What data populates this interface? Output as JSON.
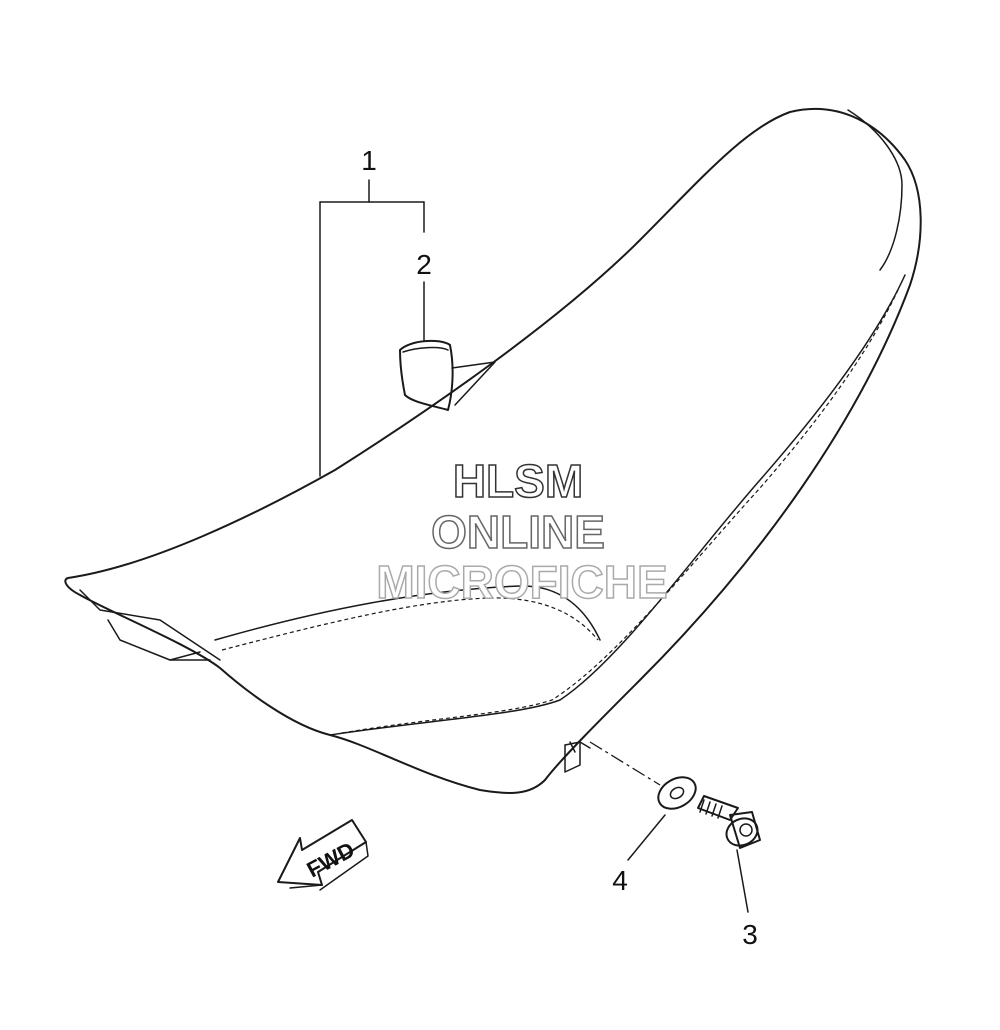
{
  "callouts": [
    {
      "number": "1",
      "part": "seat assembly"
    },
    {
      "number": "2",
      "part": "seat band"
    },
    {
      "number": "3",
      "part": "bolt"
    },
    {
      "number": "4",
      "part": "washer"
    }
  ],
  "direction_marker": {
    "label": "FWD",
    "icon": "direction-arrow-icon"
  },
  "watermark": {
    "line1": "HLSM",
    "line2": "ONLINE",
    "line3": "MICROFICHE",
    "colors": [
      "#333333",
      "#666666",
      "#aaaaaa"
    ]
  }
}
